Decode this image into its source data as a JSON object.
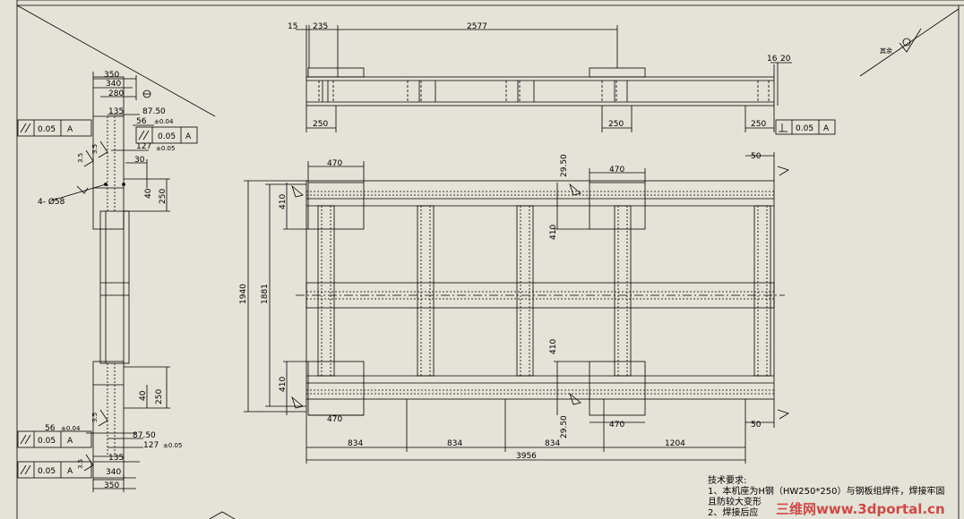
{
  "drawing": {
    "roughness_note": "其余",
    "top_view_dims": {
      "d15": "15",
      "d235": "235",
      "d2577": "2577",
      "d16": "16",
      "d20": "20",
      "d250_left": "250",
      "d250_mid": "250",
      "d250_right": "250",
      "tol_value": "0.05",
      "tol_datum": "A"
    },
    "plan_dims": {
      "d470_tl": "470",
      "d470_tr": "470",
      "d470_bl": "470",
      "d470_br": "470",
      "d410_tl": "410",
      "d410_tr": "410",
      "d410_bl": "410",
      "d410_br": "410",
      "d29_top": "29.50",
      "d29_bot": "29.50",
      "d50_top": "50",
      "d50_bot": "50",
      "d1940": "1940",
      "d1881": "1881",
      "d834_1": "834",
      "d834_2": "834",
      "d834_3": "834",
      "d1204": "1204",
      "d3956": "3956"
    },
    "side_dims": {
      "d350_top": "350",
      "d340_top": "340",
      "d280": "280",
      "d135_top": "135",
      "d87_top": "87.50",
      "d56_top": "56",
      "tol004_top": "±0.04",
      "d127_top": "127",
      "tol005_top": "±0.05",
      "d30": "30",
      "d40_top": "40",
      "d250_top": "250",
      "holes": "4- Ø58",
      "d40_bot": "40",
      "d250_bot": "250",
      "d56_bot": "56",
      "tol004_bot": "±0.04",
      "d87_bot": "87.50",
      "d127_bot": "127",
      "tol005_bot": "±0.05",
      "d135_bot": "135",
      "d340_bot": "340",
      "d350_bot": "350",
      "tol_value": "0.05",
      "tol_datum": "A",
      "weld": "3.5"
    },
    "tech_req": {
      "title": "技术要求:",
      "line1": "1、本机座为H钢（HW250*250）与钢板组焊件，焊接牢固",
      "line2": "且防较大变形",
      "line3": "2、焊接后应"
    },
    "watermark": "三维网www.3dportal.cn"
  }
}
